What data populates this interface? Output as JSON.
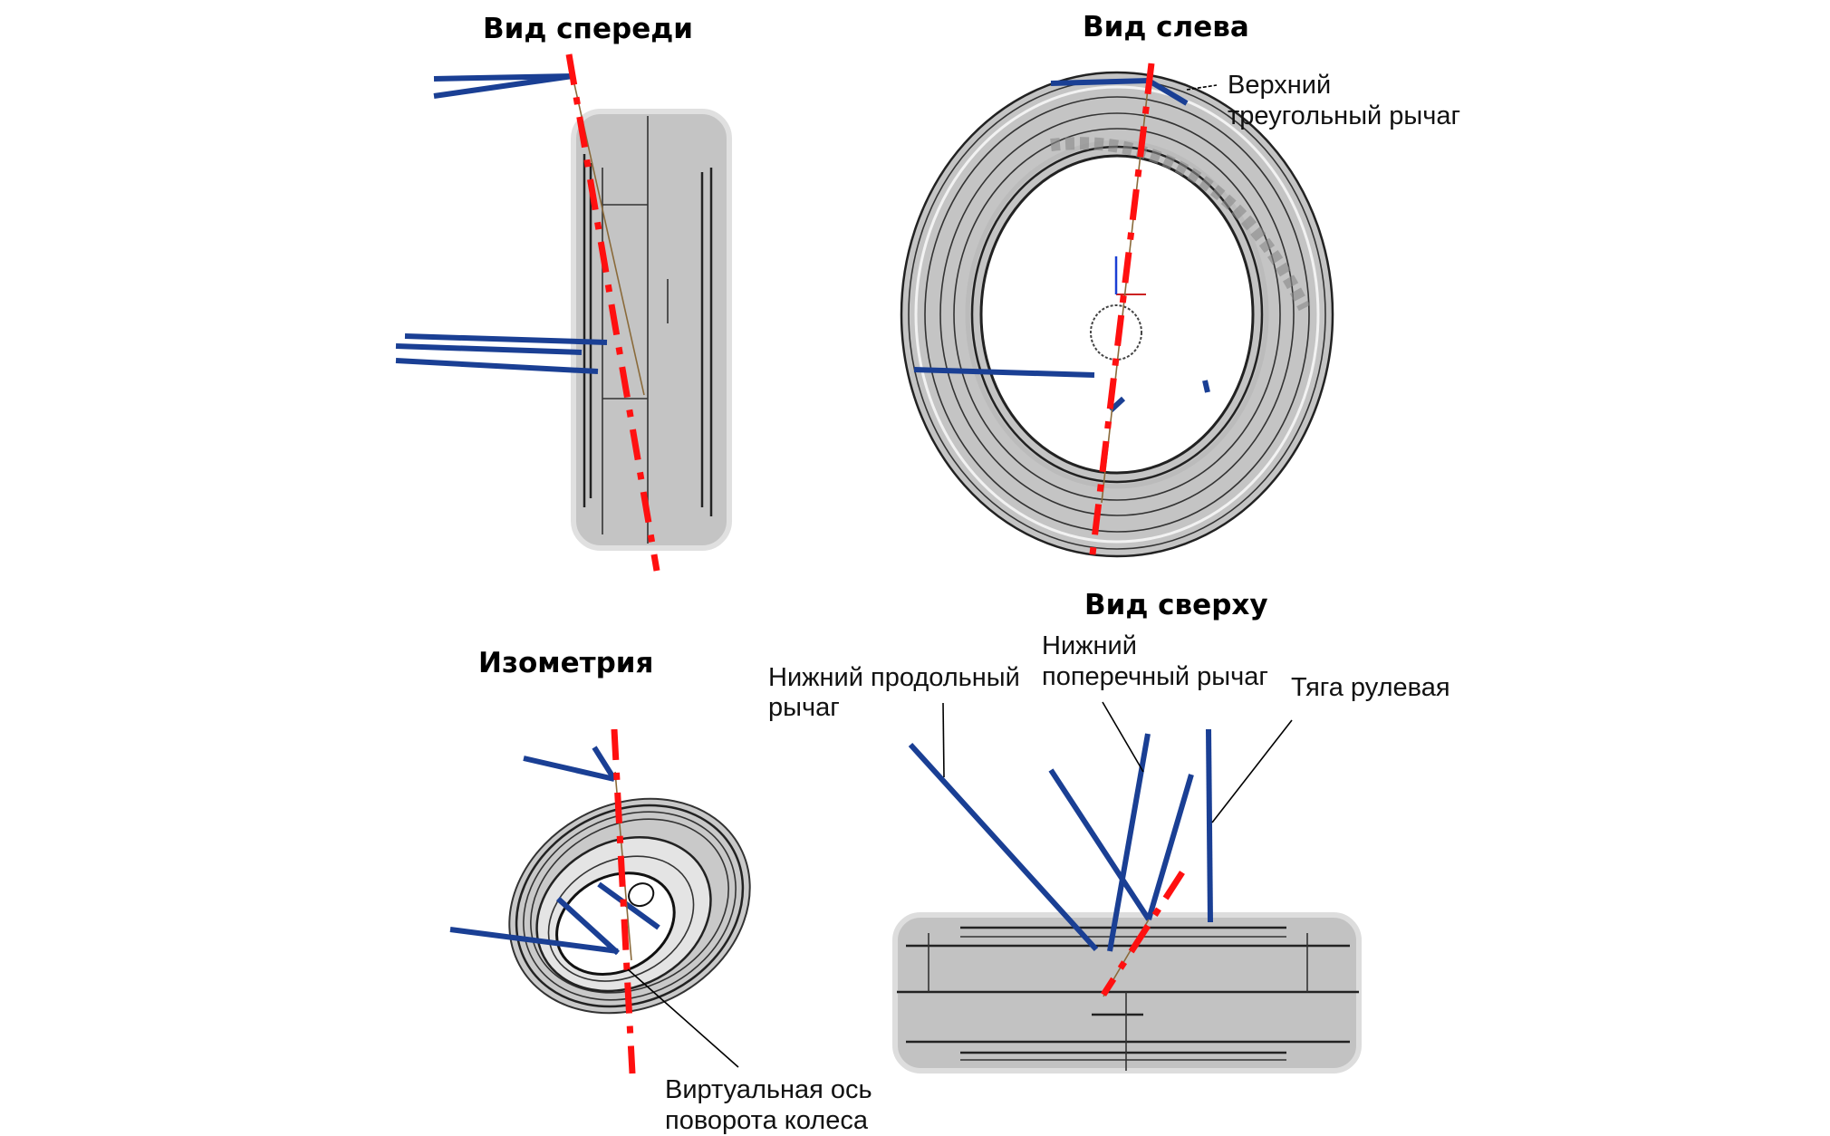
{
  "views": {
    "front": {
      "title": "Вид спереди"
    },
    "left": {
      "title": "Вид слева"
    },
    "top": {
      "title": "Вид сверху"
    },
    "iso": {
      "title": "Изометрия"
    }
  },
  "labels": {
    "upper_wishbone": {
      "line1": "Верхний",
      "line2": "треугольный рычаг"
    },
    "lower_trailing_arm": {
      "line1": "Нижний продольный",
      "line2": "рычаг"
    },
    "lower_lateral_arm": {
      "line1": "Нижний",
      "line2": "поперечный рычаг"
    },
    "tie_rod": {
      "line1": "Тяга рулевая"
    },
    "virtual_axis": {
      "line1": "Виртуальная ось",
      "line2": "поворота колеса"
    }
  },
  "colors": {
    "arms": "#1a3f94",
    "steering_axis": "#ff1010",
    "tire": "#c4c4c4"
  }
}
